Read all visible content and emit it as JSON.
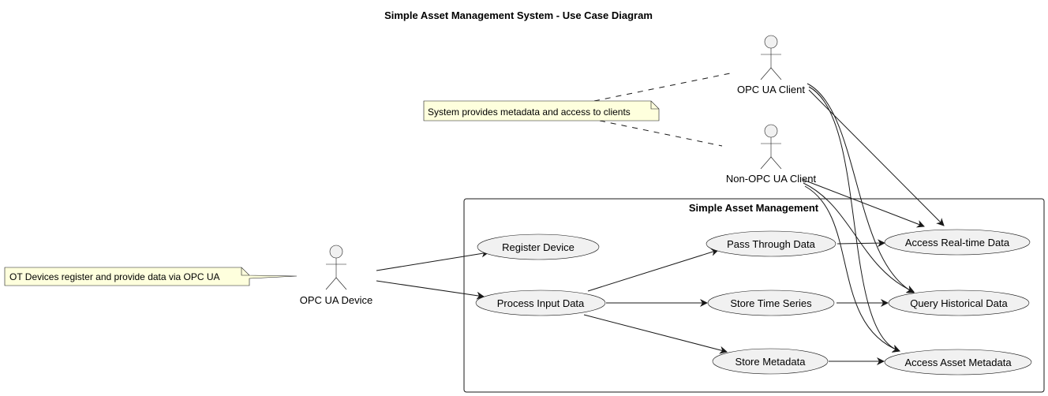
{
  "title": "Simple Asset Management System - Use Case Diagram",
  "system": {
    "label": "Simple Asset Management"
  },
  "actors": {
    "opc_ua_client": "OPC UA Client",
    "non_opc_ua_client": "Non-OPC UA Client",
    "opc_ua_device": "OPC UA Device"
  },
  "use_cases": {
    "register_device": "Register Device",
    "process_input_data": "Process Input Data",
    "pass_through_data": "Pass Through Data",
    "store_time_series": "Store Time Series",
    "store_metadata": "Store Metadata",
    "access_real_time_data": "Access Real-time Data",
    "query_historical_data": "Query Historical Data",
    "access_asset_metadata": "Access Asset Metadata"
  },
  "notes": {
    "clients_note": "System provides metadata and access to clients",
    "device_note": "OT Devices register and provide data via OPC UA"
  },
  "colors": {
    "element_fill": "#f1f1f1",
    "note_fill": "#feffdd",
    "line": "#181818"
  }
}
